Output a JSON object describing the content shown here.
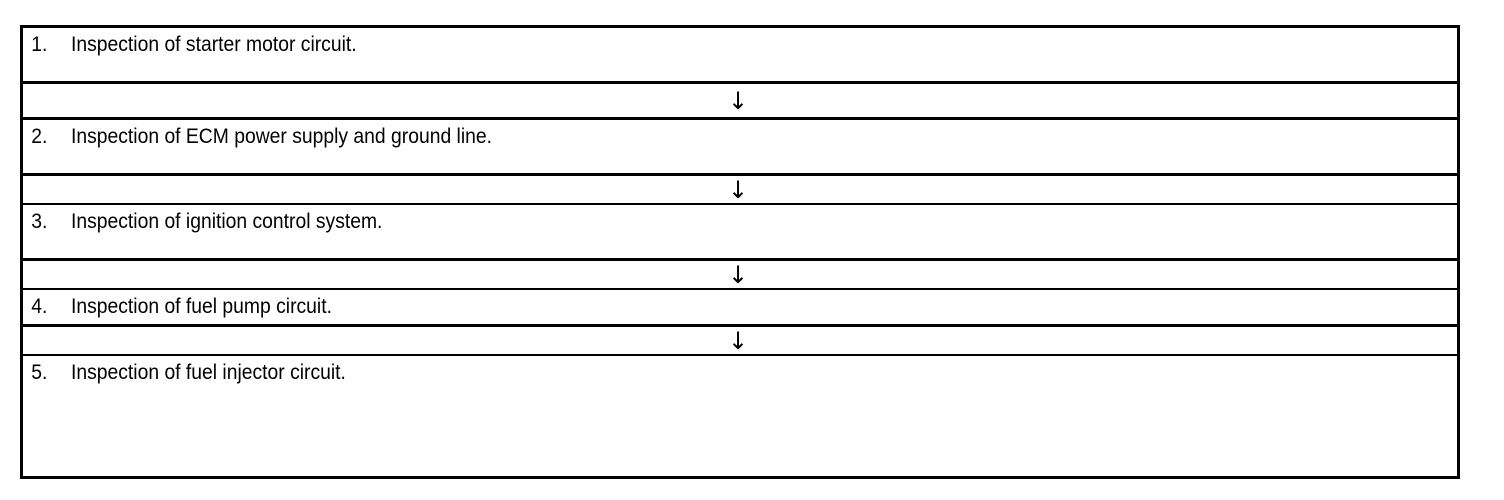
{
  "diagram": {
    "type": "vertical-flowchart",
    "title": "",
    "connector_glyph": "↓",
    "connector_icon_name": "down-arrow-icon",
    "border_color": "#000000",
    "background_color": "#ffffff",
    "text_color": "#000000",
    "steps": [
      {
        "number": "1.",
        "text": "Inspection of starter motor circuit."
      },
      {
        "number": "2.",
        "text": "Inspection of ECM power supply and ground line."
      },
      {
        "number": "3.",
        "text": "Inspection of ignition control system."
      },
      {
        "number": "4.",
        "text": "Inspection of fuel pump circuit."
      },
      {
        "number": "5.",
        "text": "Inspection of fuel injector circuit."
      }
    ],
    "connectors": [
      {
        "glyph": "↓"
      },
      {
        "glyph": "↓"
      },
      {
        "glyph": "↓"
      },
      {
        "glyph": "↓"
      }
    ]
  }
}
